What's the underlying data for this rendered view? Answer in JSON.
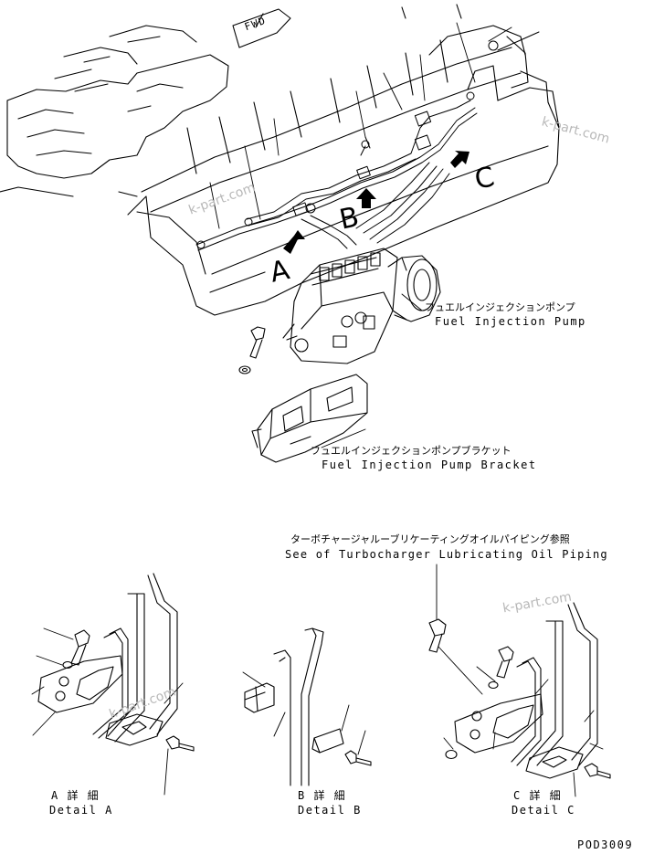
{
  "direction_tag": "FWD",
  "callouts": {
    "A": "A",
    "B": "B",
    "C": "C"
  },
  "parts": {
    "pump_jp": "フュエルインジェクションポンプ",
    "pump_en": "Fuel Injection Pump",
    "bracket_jp": "フュエルインジェクションポンプブラケット",
    "bracket_en": "Fuel Injection Pump Bracket",
    "turbo_jp": "ターボチャージャルーブリケーティングオイルパイピング参照",
    "turbo_en": "See of Turbocharger Lubricating Oil Piping"
  },
  "details": {
    "a_jp": "A 詳 細",
    "a_en": "Detail A",
    "b_jp": "B 詳 細",
    "b_en": "Detail B",
    "c_jp": "C 詳 細",
    "c_en": "Detail C"
  },
  "watermark": "k-part.com",
  "drawing_no": "POD3009"
}
